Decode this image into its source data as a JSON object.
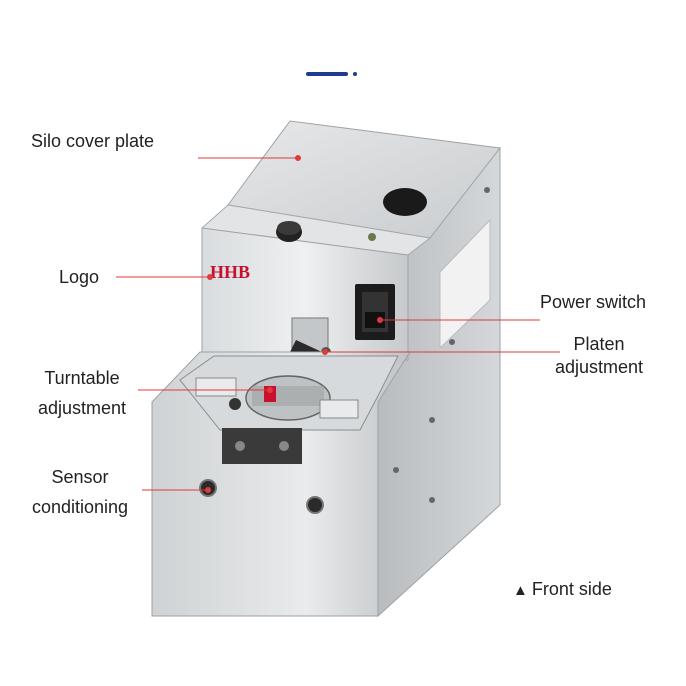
{
  "labels": {
    "silo_cover_plate": "Silo cover plate",
    "logo": "Logo",
    "turntable_adjustment_line1": "Turntable",
    "turntable_adjustment_line2": "adjustment",
    "sensor_conditioning_line1": "Sensor",
    "sensor_conditioning_line2": "conditioning",
    "power_switch": "Power switch",
    "platen_adjustment_line1": "Platen",
    "platen_adjustment_line2": "adjustment",
    "front_side": "Front side"
  },
  "brand_logo_text": "HHB",
  "colors": {
    "accent_bar": "#1f3b8f",
    "callout_line": "#e03a3a",
    "logo_red": "#c8102e",
    "steel": "#cfd2d4"
  },
  "icons": {
    "front_marker": "triangle-up-icon"
  }
}
